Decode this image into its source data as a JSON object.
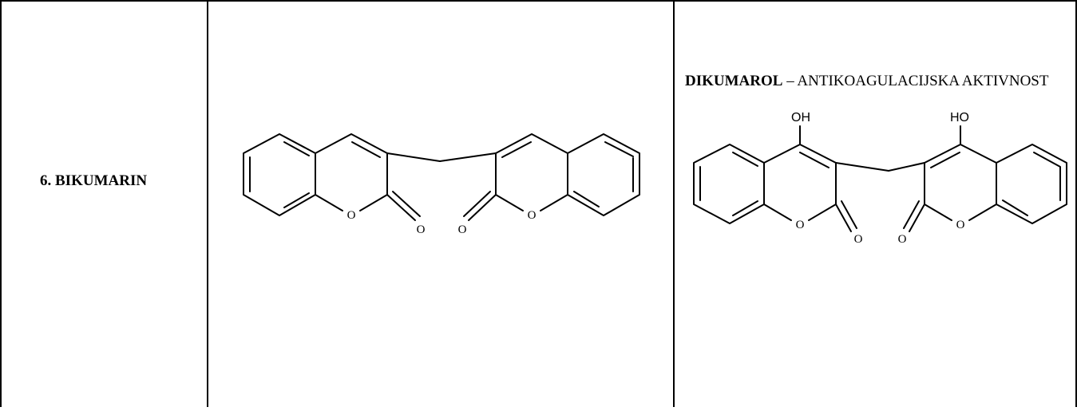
{
  "row": {
    "label": "6. BIKUMARIN",
    "right_title_bold": "DIKUMAROL",
    "right_title_rest": " – ANTIKOAGULACIJSKA AKTIVNOST"
  },
  "bikumarin_structure": {
    "atom_o_ring_left": "O",
    "atom_o_carbonyl_left": "O",
    "atom_o_carbonyl_right": "O",
    "atom_o_ring_right": "O"
  },
  "dikumarol_structure": {
    "atom_oh_left": "OH",
    "atom_ho_right": "HO",
    "atom_o_ring_left": "O",
    "atom_o_carbonyl_left": "O",
    "atom_o_carbonyl_right": "O",
    "atom_o_ring_right": "O"
  }
}
